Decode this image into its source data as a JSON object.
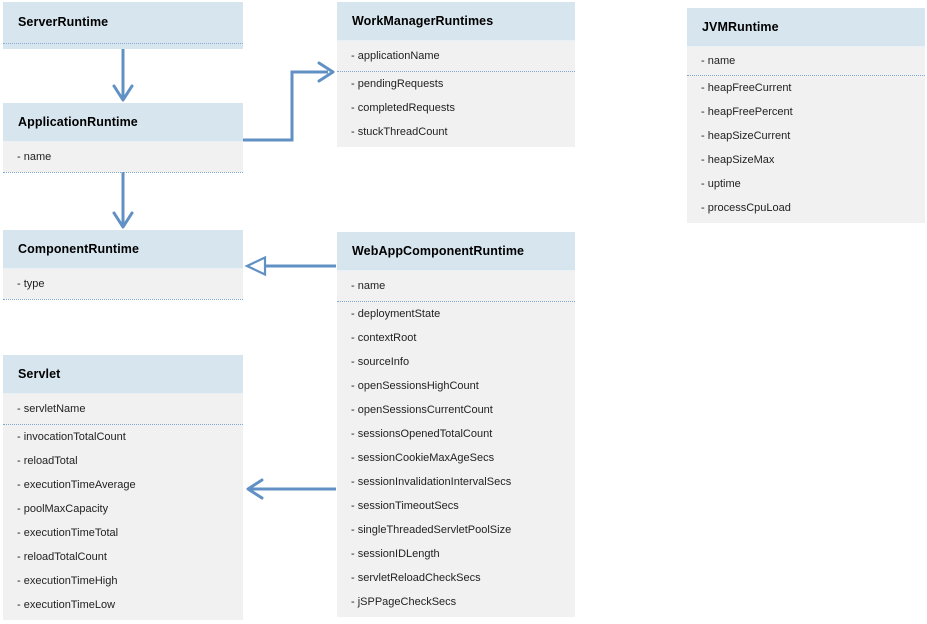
{
  "diagram": {
    "type": "uml-class-diagram",
    "colors": {
      "class_header_fill": "#d7e5ef",
      "class_body_fill": "#f1f1f1",
      "connector": "#6090c4",
      "separator_dots": "#7fa8cf",
      "title_text": "#000000",
      "attribute_text": "#1f1f1f",
      "background": "#ffffff"
    },
    "classes": {
      "server_runtime": {
        "title": "ServerRuntime",
        "key_attribute": "",
        "attributes": []
      },
      "application_runtime": {
        "title": "ApplicationRuntime",
        "key_attribute": "- name",
        "attributes": []
      },
      "component_runtime": {
        "title": "ComponentRuntime",
        "key_attribute": "- type",
        "attributes": []
      },
      "servlet": {
        "title": "Servlet",
        "key_attribute": "- servletName",
        "attributes": [
          "- invocationTotalCount",
          "- reloadTotal",
          "- executionTimeAverage",
          "- poolMaxCapacity",
          "- executionTimeTotal",
          "- reloadTotalCount",
          "- executionTimeHigh",
          "- executionTimeLow"
        ]
      },
      "work_manager_runtimes": {
        "title": "WorkManagerRuntimes",
        "key_attribute": "- applicationName",
        "attributes": [
          "- pendingRequests",
          "- completedRequests",
          "- stuckThreadCount"
        ]
      },
      "web_app_component_runtime": {
        "title": "WebAppComponentRuntime",
        "key_attribute": "- name",
        "attributes": [
          "- deploymentState",
          "- contextRoot",
          "- sourceInfo",
          "- openSessionsHighCount",
          "- openSessionsCurrentCount",
          "- sessionsOpenedTotalCount",
          "- sessionCookieMaxAgeSecs",
          "- sessionInvalidationIntervalSecs",
          "- sessionTimeoutSecs",
          "- singleThreadedServletPoolSize",
          "- sessionIDLength",
          "- servletReloadCheckSecs",
          "- jSPPageCheckSecs"
        ]
      },
      "jvm_runtime": {
        "title": "JVMRuntime",
        "key_attribute": "- name",
        "attributes": [
          "- heapFreeCurrent",
          "- heapFreePercent",
          "- heapSizeCurrent",
          "- heapSizeMax",
          "- uptime",
          "- processCpuLoad"
        ]
      }
    },
    "relationships": [
      {
        "from": "ServerRuntime",
        "to": "ApplicationRuntime",
        "arrowhead": "open-v"
      },
      {
        "from": "ApplicationRuntime",
        "to": "WorkManagerRuntimes",
        "arrowhead": "open-v"
      },
      {
        "from": "ApplicationRuntime",
        "to": "ComponentRuntime",
        "arrowhead": "open-v"
      },
      {
        "from": "WebAppComponentRuntime",
        "to": "ComponentRuntime",
        "arrowhead": "hollow-triangle"
      },
      {
        "from": "WebAppComponentRuntime",
        "to": "Servlet",
        "arrowhead": "open-v"
      }
    ]
  }
}
